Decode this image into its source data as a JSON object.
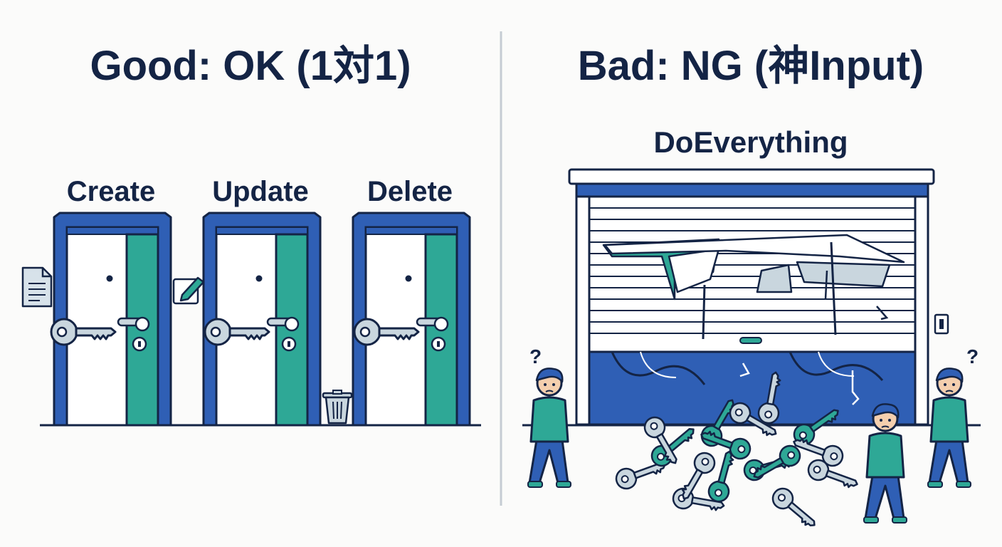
{
  "colors": {
    "navy": "#142445",
    "door_blue": "#2f5fb5",
    "teal": "#2ea896",
    "key_fill": "#c9d6de",
    "divider": "#c5ccd3",
    "background": "#fbfbfa"
  },
  "good": {
    "title": "Good: OK (1対1)",
    "doors": [
      {
        "label": "Create",
        "icon": "document-icon"
      },
      {
        "label": "Update",
        "icon": "edit-pencil-icon"
      },
      {
        "label": "Delete",
        "icon": "trash-can-icon"
      }
    ]
  },
  "bad": {
    "title": "Bad: NG (神Input)",
    "label": "DoEverything",
    "question_mark": "?",
    "icons": [
      "broken-shutter-icon",
      "key-pile-icon",
      "confused-person-icon",
      "light-switch-icon"
    ]
  }
}
